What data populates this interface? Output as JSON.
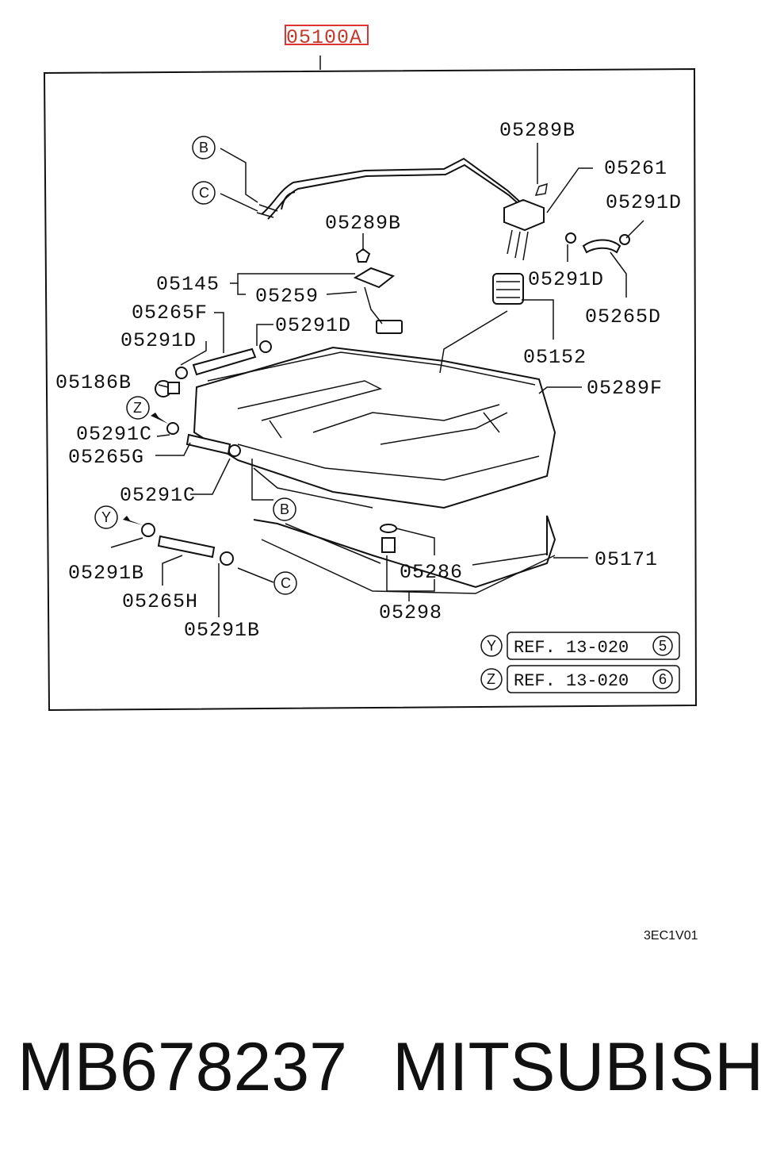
{
  "header_code": "05100A",
  "callouts": {
    "c05289B_top": "05289B",
    "c05261": "05261",
    "c05291D_r1": "05291D",
    "c05291D_r2": "05291D",
    "c05265D": "05265D",
    "c05289B_mid": "05289B",
    "c05145": "05145",
    "c05259": "05259",
    "c05265F": "05265F",
    "c05291D_l1": "05291D",
    "c05291D_l2": "05291D",
    "c05152": "05152",
    "c05186B": "05186B",
    "c05289F": "05289F",
    "c05291C_1": "05291C",
    "c05265G": "05265G",
    "c05291C_2": "05291C",
    "c05291B_1": "05291B",
    "c05265H": "05265H",
    "c05291B_2": "05291B",
    "c05286": "05286",
    "c05171": "05171",
    "c05298": "05298"
  },
  "markers": {
    "B1": "B",
    "C1": "C",
    "Z1": "Z",
    "Y1": "Y",
    "B2": "B",
    "C2": "C"
  },
  "references": [
    {
      "marker": "Y",
      "text": "REF. 13-020",
      "num": "5"
    },
    {
      "marker": "Z",
      "text": "REF. 13-020",
      "num": "6"
    }
  ],
  "diagram_code": "3EC1V01",
  "footer": {
    "part_number": "MB678237",
    "brand": "MITSUBISHI"
  }
}
